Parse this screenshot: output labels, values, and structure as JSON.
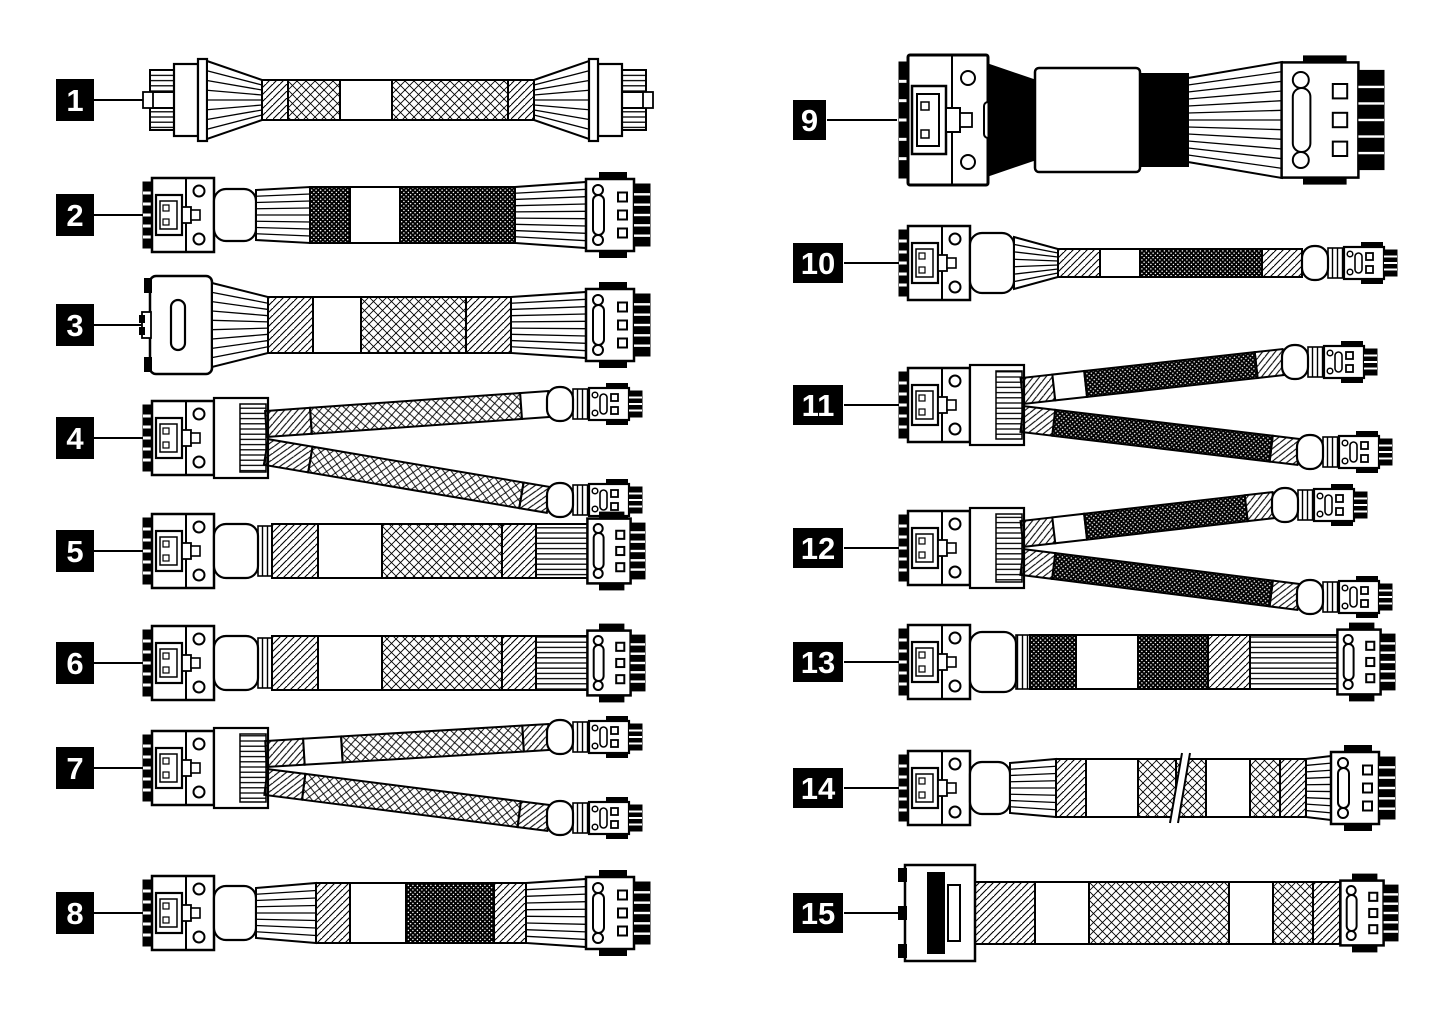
{
  "colors": {
    "background": "#ffffff",
    "ink": "#000000",
    "label_bg": "#000000",
    "label_text": "#ffffff"
  },
  "items": [
    {
      "label": "1",
      "name": "power-cable",
      "kind": "straight"
    },
    {
      "label": "2",
      "name": "signal-cable-dense-sleeve",
      "kind": "straight"
    },
    {
      "label": "3",
      "name": "signal-cable-flat-connector",
      "kind": "straight"
    },
    {
      "label": "4",
      "name": "y-split-cable",
      "kind": "y-split"
    },
    {
      "label": "5",
      "name": "slim-signal-cable",
      "kind": "straight"
    },
    {
      "label": "6",
      "name": "slim-signal-cable",
      "kind": "straight"
    },
    {
      "label": "7",
      "name": "y-split-cable",
      "kind": "y-split"
    },
    {
      "label": "8",
      "name": "signal-cable-dense-sleeve",
      "kind": "straight"
    },
    {
      "label": "9",
      "name": "short-adapter-cable",
      "kind": "straight"
    },
    {
      "label": "10",
      "name": "thin-signal-cable",
      "kind": "straight"
    },
    {
      "label": "11",
      "name": "y-split-cable",
      "kind": "y-split"
    },
    {
      "label": "12",
      "name": "y-split-cable",
      "kind": "y-split"
    },
    {
      "label": "13",
      "name": "slim-signal-cable",
      "kind": "straight"
    },
    {
      "label": "14",
      "name": "signal-cable-with-break-mark",
      "kind": "straight"
    },
    {
      "label": "15",
      "name": "signal-cable-flat-connector",
      "kind": "straight"
    }
  ]
}
